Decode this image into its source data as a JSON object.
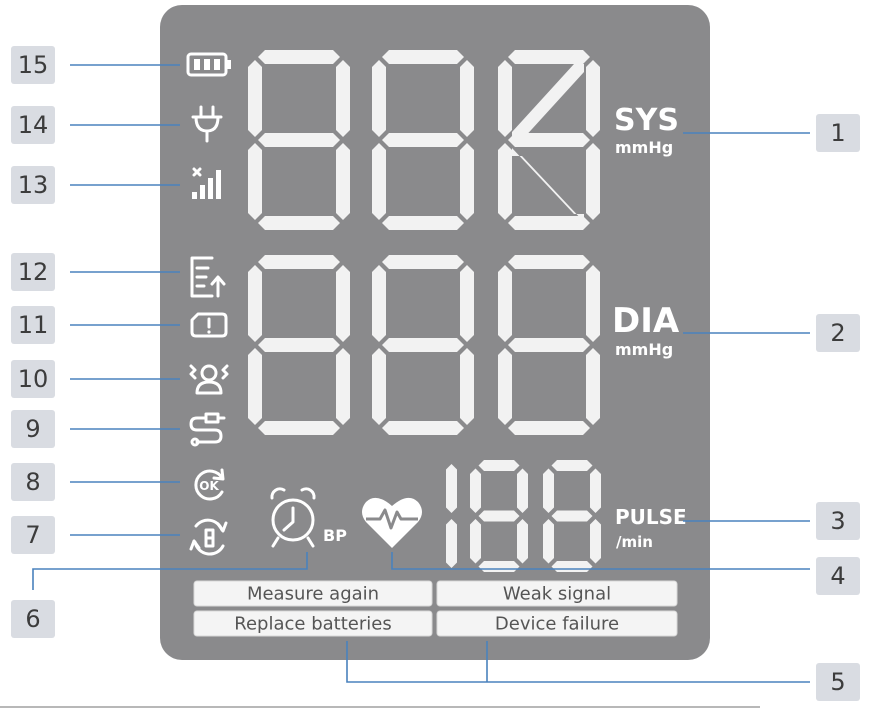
{
  "units": {
    "sys": "SYS",
    "sys_unit": "mmHg",
    "dia": "DIA",
    "dia_unit": "mmHg",
    "pulse": "PULSE",
    "pulse_unit": "/min",
    "bp": "BP"
  },
  "messages": {
    "measure_again": "Measure again",
    "weak_signal": "Weak signal",
    "replace_batteries": "Replace batteries",
    "device_failure": "Device failure"
  },
  "callouts": [
    "1",
    "2",
    "3",
    "4",
    "5",
    "6",
    "7",
    "8",
    "9",
    "10",
    "11",
    "12",
    "13",
    "14",
    "15"
  ],
  "icons": [
    "battery-icon",
    "plug-icon",
    "signal-icon",
    "data-upload-icon",
    "error-card-icon",
    "user-motion-icon",
    "cuff-tube-icon",
    "ok-icon",
    "cycle-icon",
    "alarm-clock-icon",
    "heart-pulse-icon"
  ],
  "colors": {
    "lcd": "#8a8a8c",
    "segment": "#f2f2f2",
    "leader": "#4a82bd",
    "callout": "#d9dce2"
  }
}
